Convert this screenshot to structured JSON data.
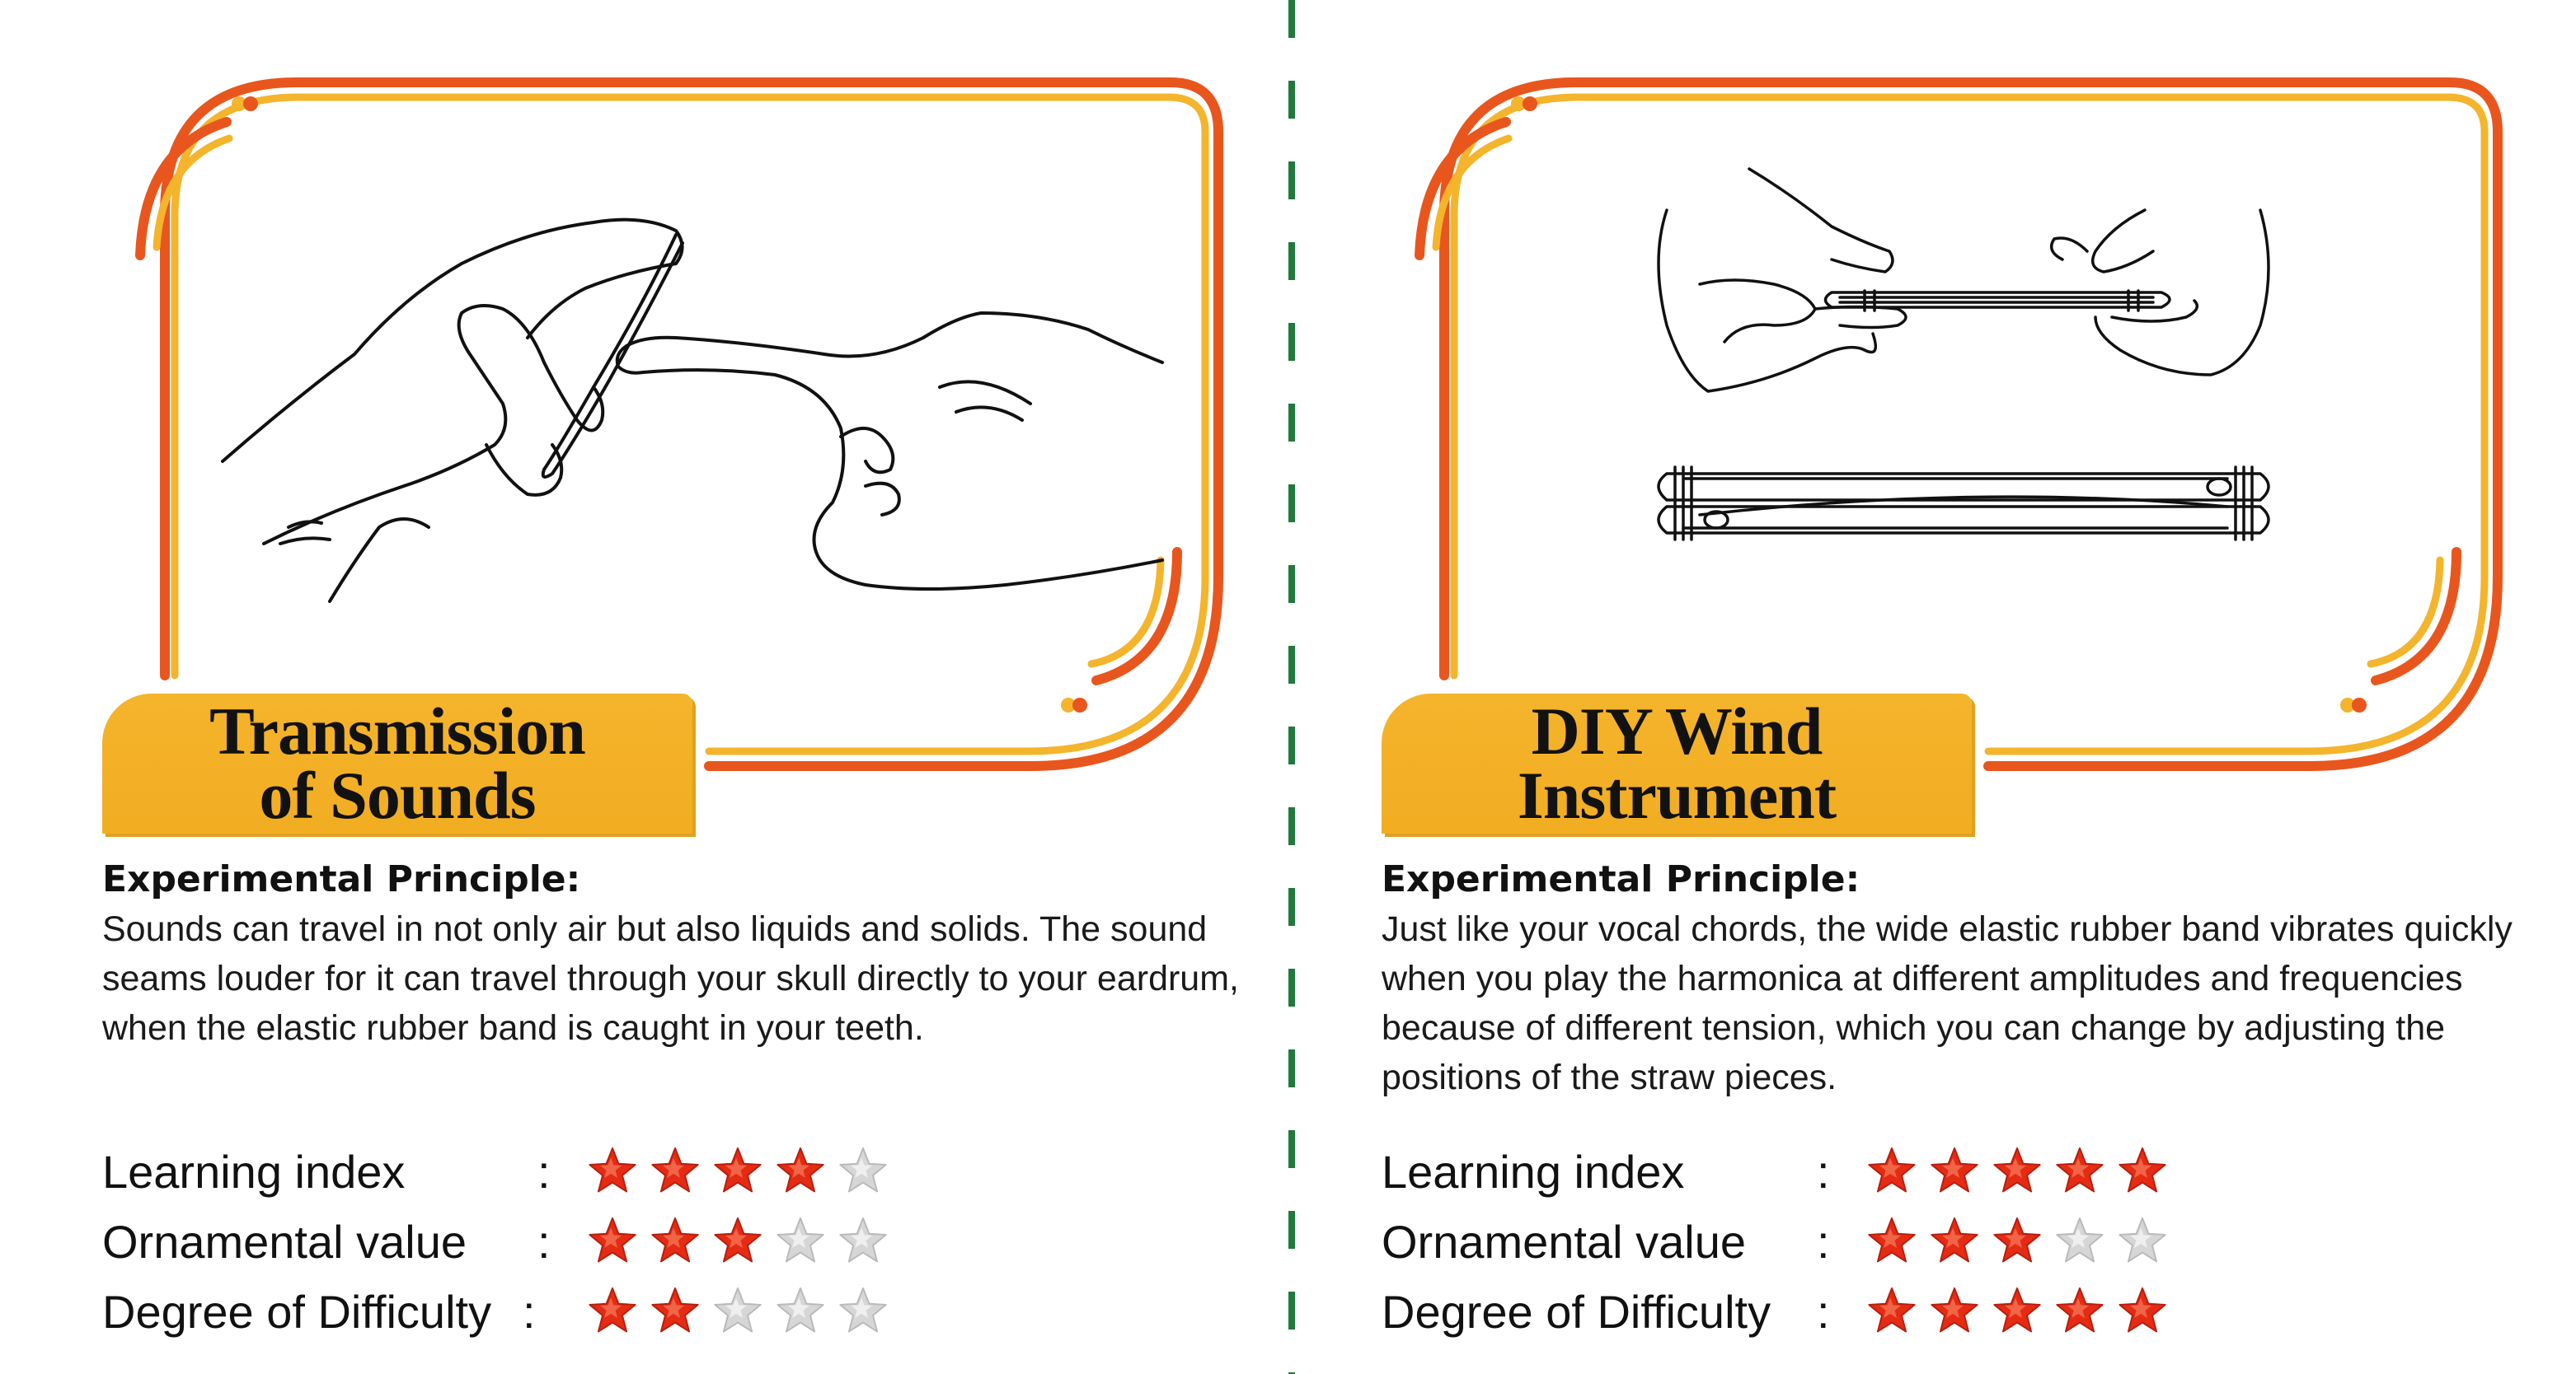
{
  "colors": {
    "frame_orange": "#e8561e",
    "frame_yellow": "#f4b42c",
    "banner_fill": "#f4b42c",
    "divider_green": "#1f7a3c",
    "star_filled": "#e52b14",
    "star_empty": "#d6d6d6"
  },
  "panels": [
    {
      "title": "Transmission\nof Sounds",
      "illustration_icon": "rubber-band-fingers-icon",
      "principle_heading": "Experimental Principle:",
      "principle_text": "Sounds can travel in not only air but also liquids and solids. The sound seams louder for it can travel through your skull directly to your eardrum, when the elastic rubber band is caught in your teeth.",
      "ratings": [
        {
          "label": "Learning index",
          "colon": ":",
          "value": 4,
          "max": 5
        },
        {
          "label": "Ornamental value",
          "colon": ":",
          "value": 3,
          "max": 5
        },
        {
          "label": "Degree of Difficulty",
          "colon": ":",
          "value": 2,
          "max": 5
        }
      ]
    },
    {
      "title": "DIY Wind\nInstrument",
      "illustration_icon": "straw-harmonica-icon",
      "principle_heading": "Experimental Principle:",
      "principle_text": "Just like your vocal chords, the wide elastic rubber band vibrates quickly when you play the harmonica at different amplitudes and frequencies because of different tension, which you can change by adjusting the positions of the straw pieces.",
      "ratings": [
        {
          "label": "Learning index",
          "colon": ":",
          "value": 5,
          "max": 5
        },
        {
          "label": "Ornamental value",
          "colon": ":",
          "value": 3,
          "max": 5
        },
        {
          "label": "Degree of Difficulty",
          "colon": ":",
          "value": 5,
          "max": 5
        }
      ]
    }
  ]
}
